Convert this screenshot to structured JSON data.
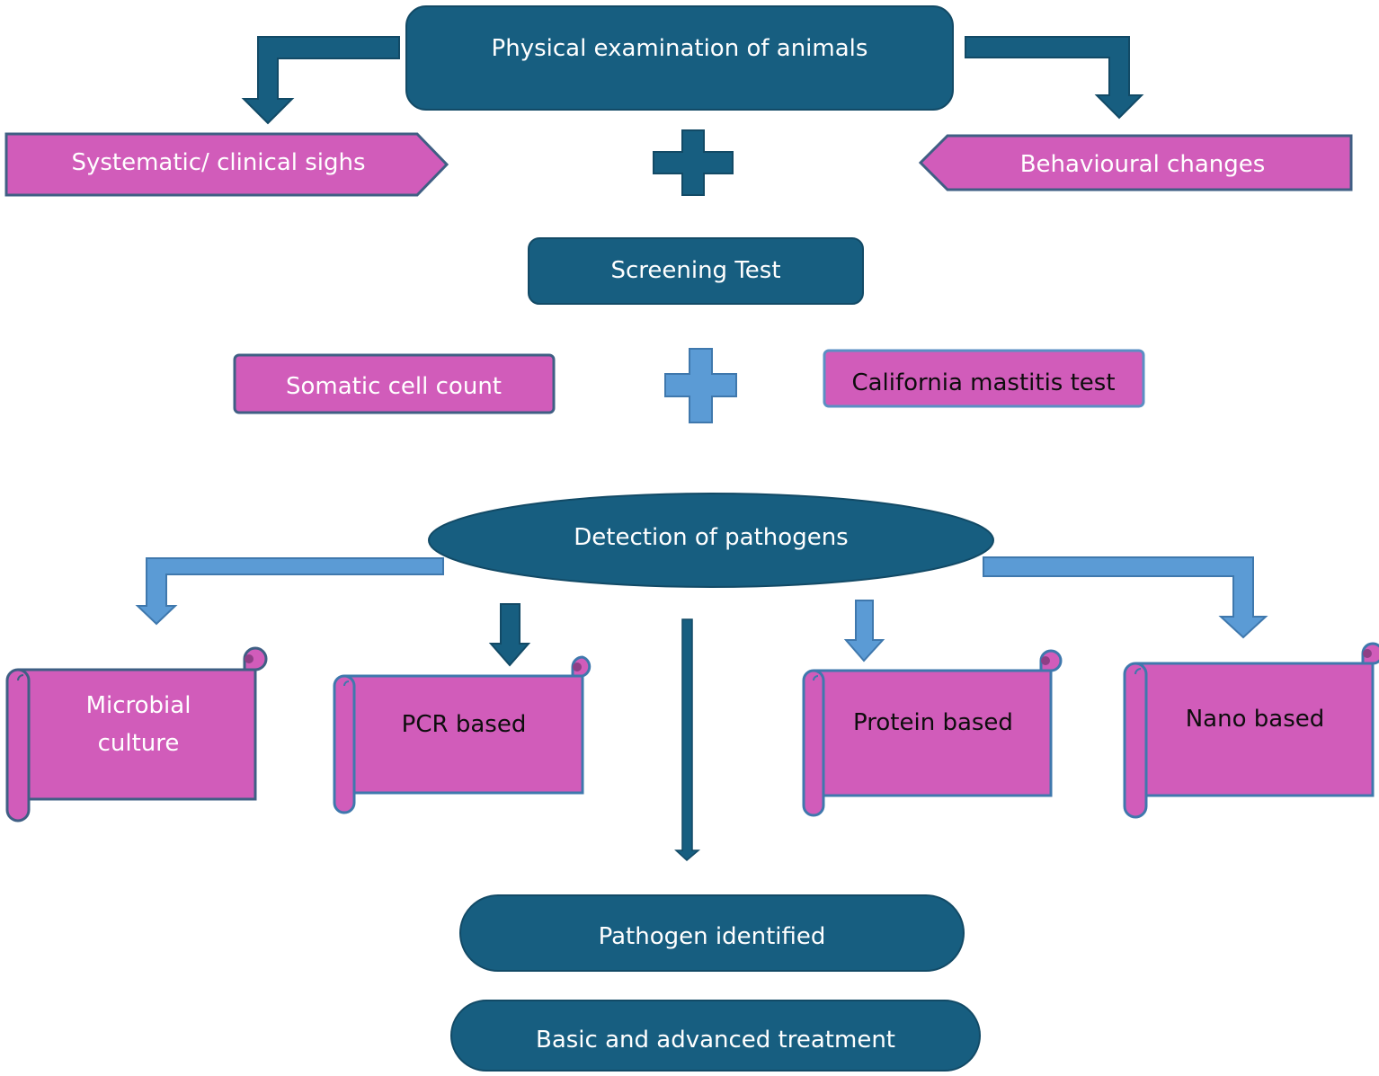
{
  "title": "",
  "colors": {
    "dark_teal": "#175e80",
    "teal_stroke": "#124a66",
    "magenta": "#d15cba",
    "magenta_stroke": "#3f5f84",
    "light_blue": "#5b9bd5",
    "light_blue_stroke": "#3f78ad"
  },
  "nodes": {
    "physical_exam": "Physical examination of animals",
    "clinical_signs": "Systematic/ clinical sighs",
    "behavioural": "Behavioural changes",
    "screening": "Screening Test",
    "somatic": "Somatic cell count",
    "cmt": "California mastitis test",
    "detection": "Detection of pathogens",
    "microbial_line1": "Microbial",
    "microbial_line2": "culture",
    "pcr": "PCR based",
    "protein": "Protein based",
    "nano": "Nano based",
    "identified": "Pathogen identified",
    "treatment": "Basic and advanced treatment"
  },
  "icons": [
    "plus-icon",
    "plus-icon",
    "arrow-icon"
  ]
}
